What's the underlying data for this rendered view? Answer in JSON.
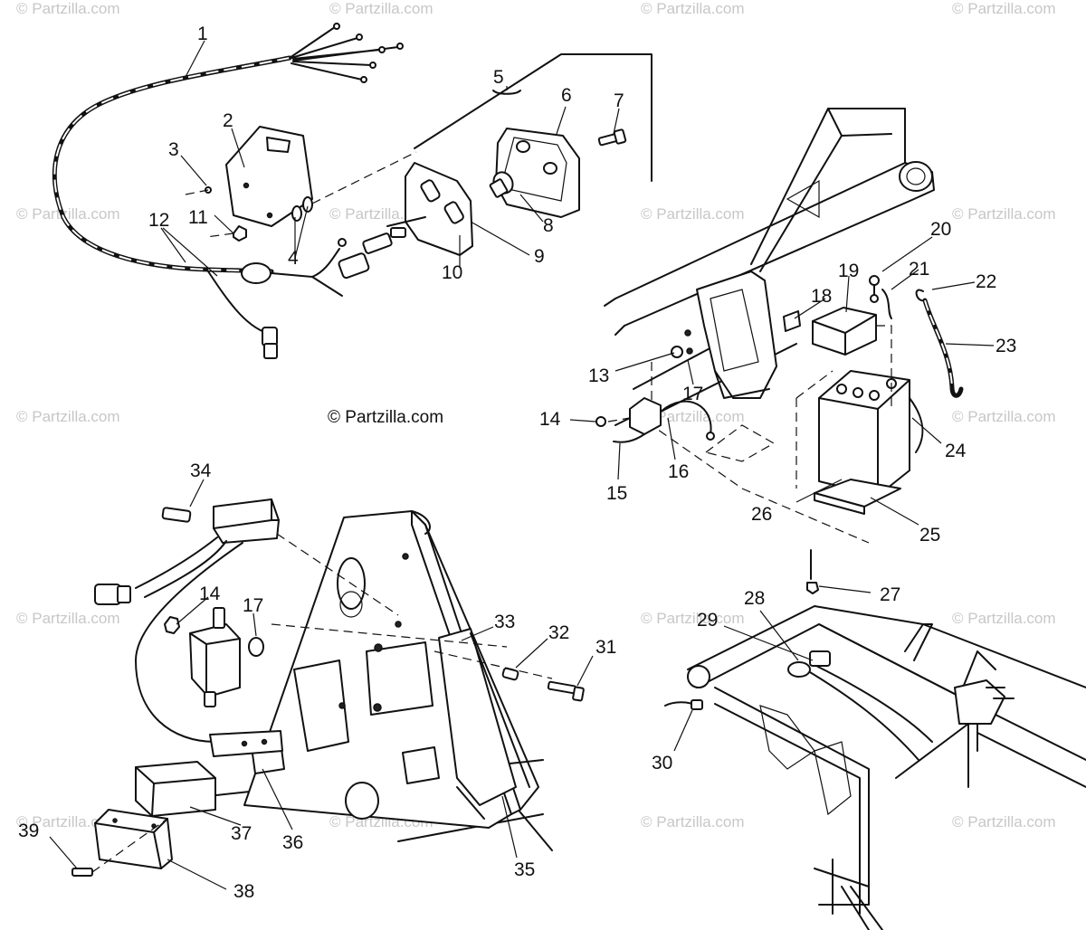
{
  "watermark_text": "© Partzilla.com",
  "copyright_text": "© Partzilla.com",
  "callouts": [
    "1",
    "2",
    "3",
    "4",
    "5",
    "6",
    "7",
    "8",
    "9",
    "10",
    "11",
    "12",
    "13",
    "14",
    "15",
    "16",
    "17",
    "18",
    "19",
    "20",
    "21",
    "22",
    "23",
    "24",
    "25",
    "26",
    "14",
    "17",
    "27",
    "28",
    "29",
    "30",
    "31",
    "32",
    "33",
    "34",
    "35",
    "36",
    "37",
    "38",
    "39"
  ]
}
